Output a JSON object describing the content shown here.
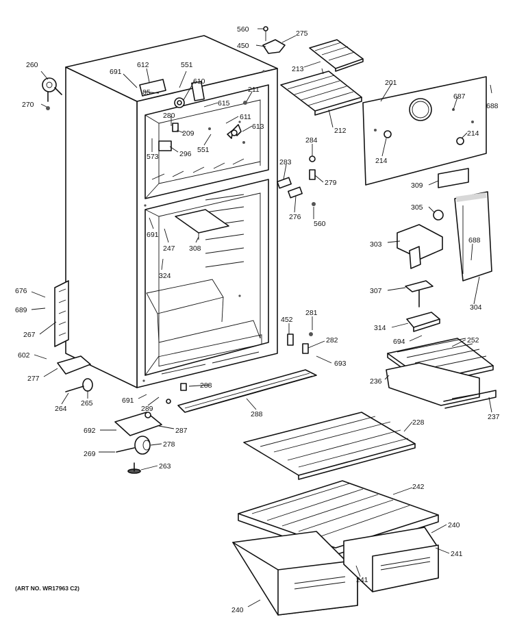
{
  "art_number": "(ART NO. WR17963 C2)",
  "callouts": [
    {
      "id": "560a",
      "text": "560"
    },
    {
      "id": "275",
      "text": "275"
    },
    {
      "id": "450",
      "text": "450"
    },
    {
      "id": "213",
      "text": "213"
    },
    {
      "id": "260",
      "text": "260"
    },
    {
      "id": "270",
      "text": "270"
    },
    {
      "id": "691a",
      "text": "691"
    },
    {
      "id": "612",
      "text": "612"
    },
    {
      "id": "551a",
      "text": "551"
    },
    {
      "id": "610",
      "text": "610"
    },
    {
      "id": "211",
      "text": "211"
    },
    {
      "id": "615",
      "text": "615"
    },
    {
      "id": "280",
      "text": "280"
    },
    {
      "id": "85",
      "text": "85"
    },
    {
      "id": "209",
      "text": "209"
    },
    {
      "id": "611",
      "text": "611"
    },
    {
      "id": "613",
      "text": "613"
    },
    {
      "id": "551b",
      "text": "551"
    },
    {
      "id": "573",
      "text": "573"
    },
    {
      "id": "296",
      "text": "296"
    },
    {
      "id": "212",
      "text": "212"
    },
    {
      "id": "201",
      "text": "201"
    },
    {
      "id": "687",
      "text": "687"
    },
    {
      "id": "688a",
      "text": "688"
    },
    {
      "id": "214a",
      "text": "214"
    },
    {
      "id": "214b",
      "text": "214"
    },
    {
      "id": "284",
      "text": "284"
    },
    {
      "id": "283",
      "text": "283"
    },
    {
      "id": "279",
      "text": "279"
    },
    {
      "id": "276",
      "text": "276"
    },
    {
      "id": "560b",
      "text": "560"
    },
    {
      "id": "309",
      "text": "309"
    },
    {
      "id": "305",
      "text": "305"
    },
    {
      "id": "691b",
      "text": "691"
    },
    {
      "id": "247",
      "text": "247"
    },
    {
      "id": "308",
      "text": "308"
    },
    {
      "id": "303",
      "text": "303"
    },
    {
      "id": "688b",
      "text": "688"
    },
    {
      "id": "324",
      "text": "324"
    },
    {
      "id": "307",
      "text": "307"
    },
    {
      "id": "304",
      "text": "304"
    },
    {
      "id": "676",
      "text": "676"
    },
    {
      "id": "689",
      "text": "689"
    },
    {
      "id": "267",
      "text": "267"
    },
    {
      "id": "452",
      "text": "452"
    },
    {
      "id": "281",
      "text": "281"
    },
    {
      "id": "314",
      "text": "314"
    },
    {
      "id": "282",
      "text": "282"
    },
    {
      "id": "694",
      "text": "694"
    },
    {
      "id": "252",
      "text": "252"
    },
    {
      "id": "602",
      "text": "602"
    },
    {
      "id": "693",
      "text": "693"
    },
    {
      "id": "277",
      "text": "277"
    },
    {
      "id": "236",
      "text": "236"
    },
    {
      "id": "288a",
      "text": "288"
    },
    {
      "id": "264",
      "text": "264"
    },
    {
      "id": "265",
      "text": "265"
    },
    {
      "id": "691c",
      "text": "691"
    },
    {
      "id": "289",
      "text": "289"
    },
    {
      "id": "288b",
      "text": "288"
    },
    {
      "id": "237",
      "text": "237"
    },
    {
      "id": "228",
      "text": "228"
    },
    {
      "id": "692",
      "text": "692"
    },
    {
      "id": "287",
      "text": "287"
    },
    {
      "id": "269",
      "text": "269"
    },
    {
      "id": "278",
      "text": "278"
    },
    {
      "id": "263",
      "text": "263"
    },
    {
      "id": "242",
      "text": "242"
    },
    {
      "id": "240a",
      "text": "240"
    },
    {
      "id": "241a",
      "text": "241"
    },
    {
      "id": "241b",
      "text": "241"
    },
    {
      "id": "240b",
      "text": "240"
    }
  ]
}
